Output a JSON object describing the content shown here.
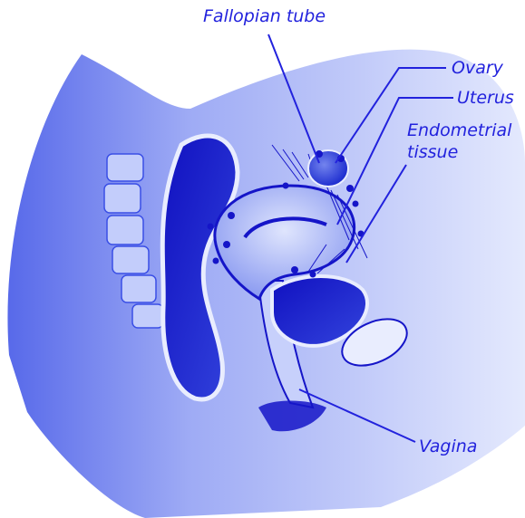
{
  "diagram": {
    "labels": {
      "fallopian_tube": "Fallopian tube",
      "ovary": "Ovary",
      "uterus": "Uterus",
      "endometrial_line1": "Endometrial",
      "endometrial_line2": "tissue",
      "vagina": "Vagina"
    },
    "colors": {
      "ink": "#2222dd",
      "deep": "#1515c8",
      "mid": "#5a6ae8",
      "light": "#c7d0fb",
      "pale": "#e9edfe"
    }
  }
}
